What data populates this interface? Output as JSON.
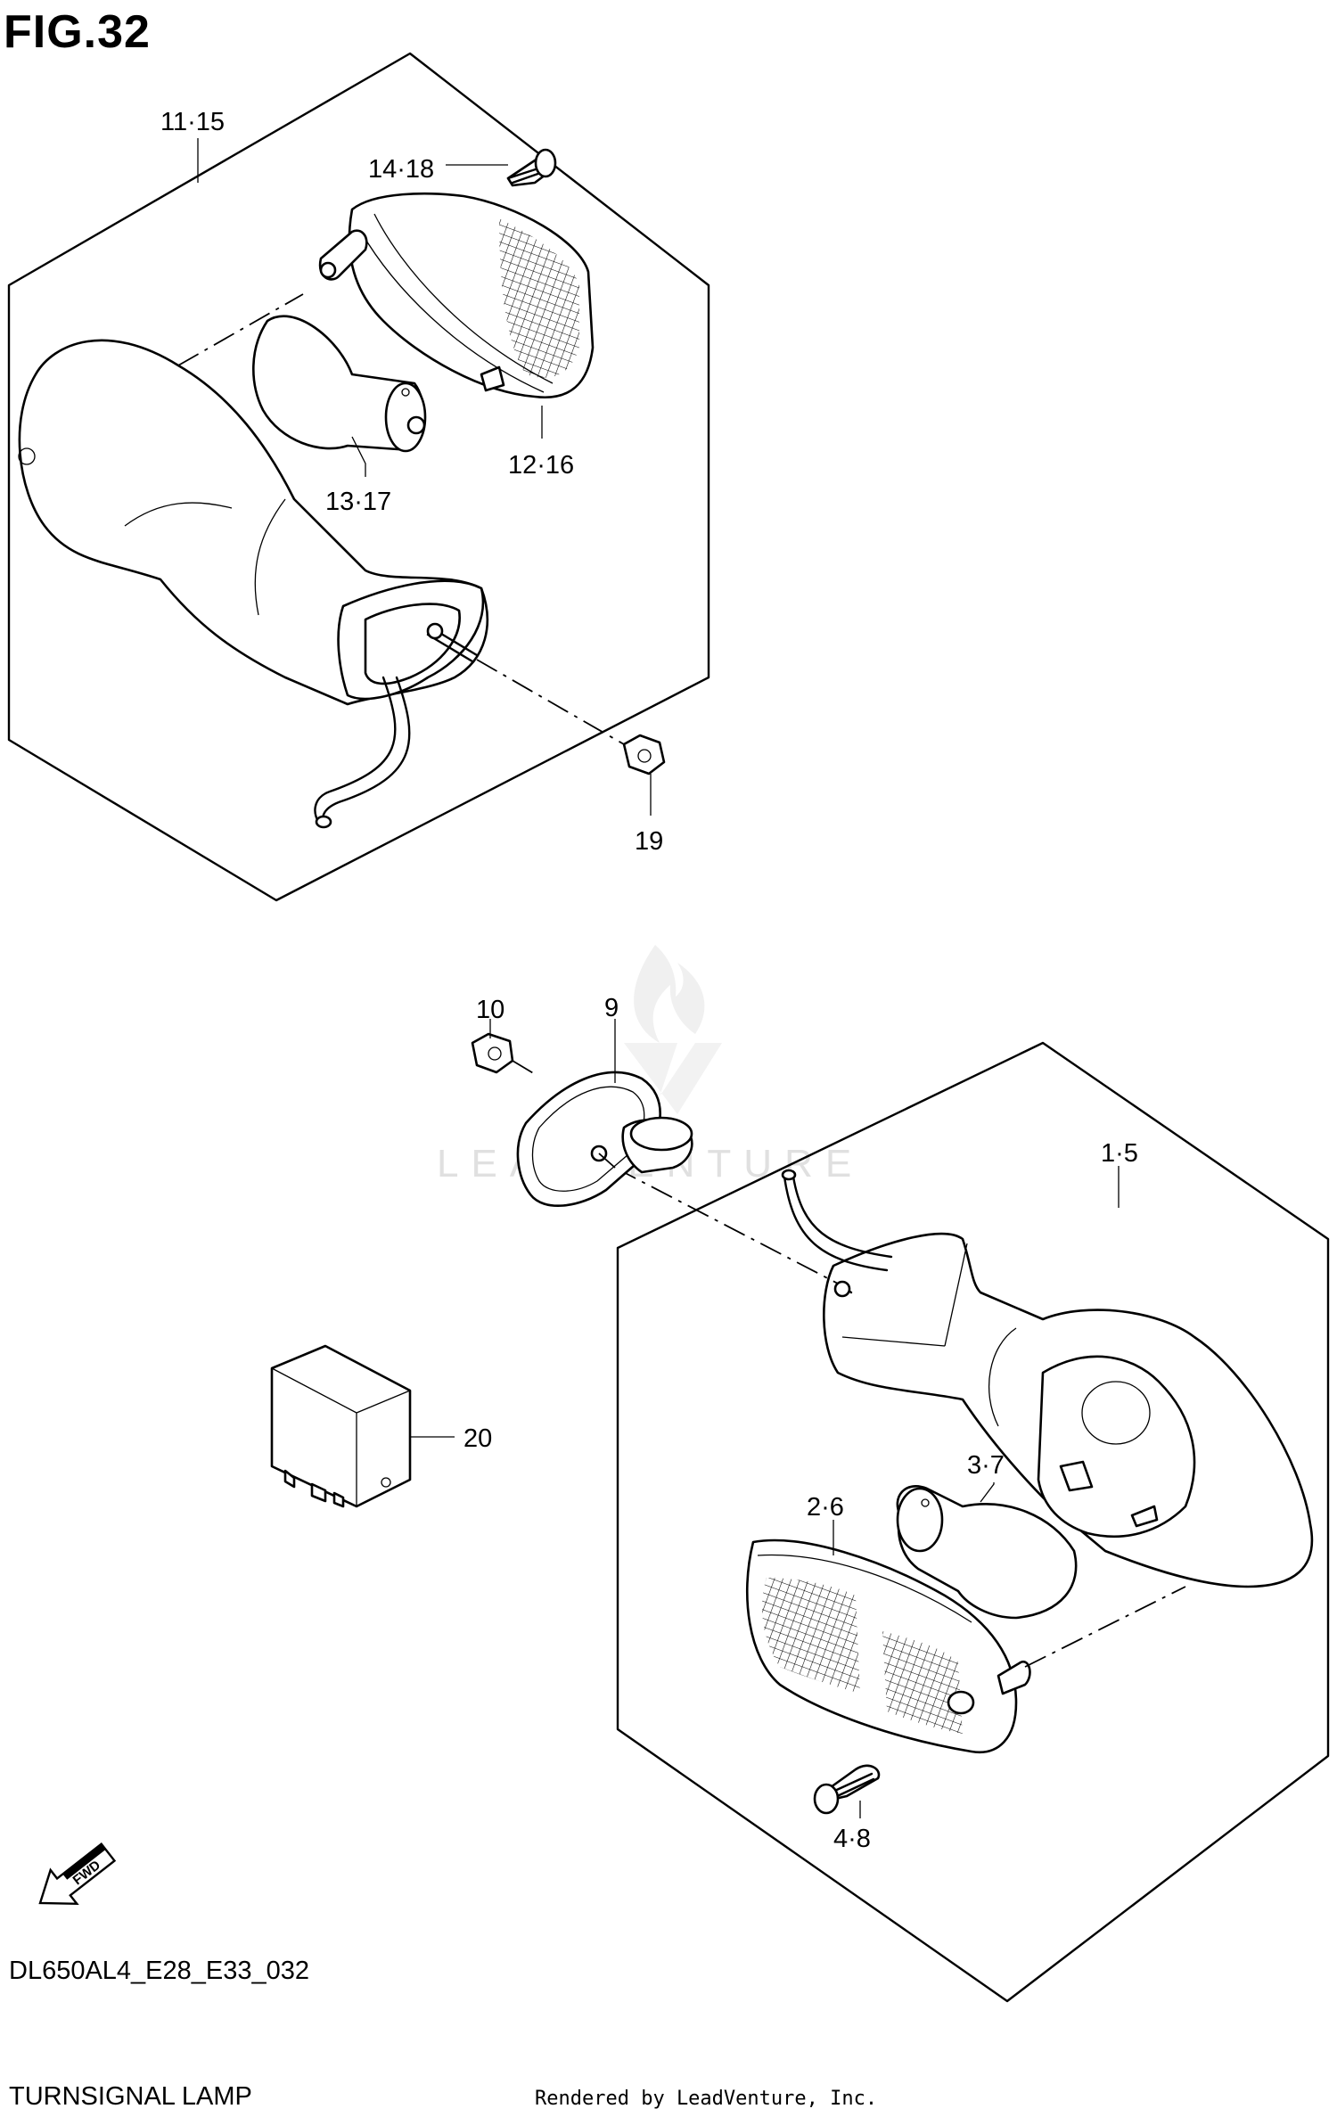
{
  "figure": {
    "title": "FIG.32"
  },
  "callouts": {
    "c_11_15": "11·15",
    "c_14_18": "14·18",
    "c_12_16": "12·16",
    "c_13_17": "13·17",
    "c_19": "19",
    "c_10": "10",
    "c_9": "9",
    "c_1_5": "1·5",
    "c_20": "20",
    "c_2_6": "2·6",
    "c_3_7": "3·7",
    "c_4_8": "4·8"
  },
  "fwd_label": "FWD",
  "watermark": "LEADVENTURE",
  "footer": {
    "code": "DL650AL4_E28_E33_032",
    "name": "TURNSIGNAL LAMP",
    "rendered_by": "Rendered by LeadVenture, Inc."
  },
  "icons": [
    "fwd-arrow-icon",
    "leadventure-flame-logo"
  ]
}
